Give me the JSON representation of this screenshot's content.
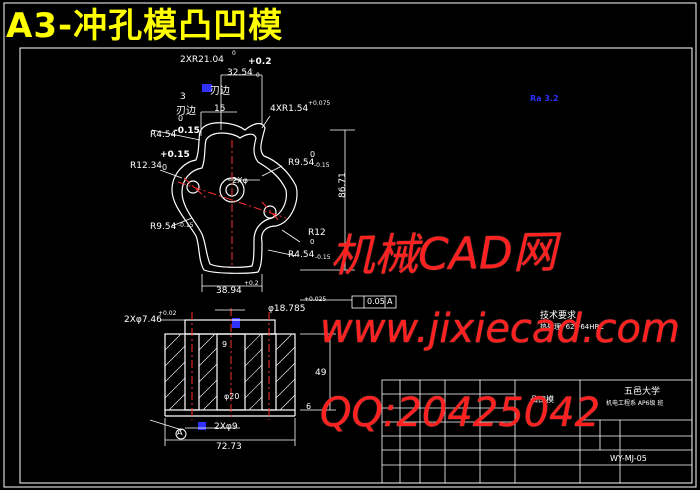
{
  "title": "A3-冲孔模凸凹模",
  "watermark": {
    "line1": "机械CAD网",
    "line2": "www.jixiecad.com",
    "line3": "QQ:20425042"
  },
  "top_view": {
    "dims": {
      "r_top": "2XR21.04",
      "tol_r_top_up": "+0.2",
      "tol_r_top_lo": "0",
      "w_32": "32.54",
      "tol_32": "0",
      "edge_label_1": "刃边",
      "edge_label_2": "刃边",
      "num_3": "3",
      "num_0": "0",
      "w_15": "15",
      "r_4x": "4XR1.54",
      "tol_4x": "+0.075",
      "r_454": "R4.54",
      "tol_454": "-0.15",
      "r_1234": "R12.34",
      "tol_1234_up": "+0.15",
      "tol_1234_lo": "0",
      "r_954_r": "R9.54",
      "tol_954_r": "-0.15",
      "tol_954_r0": "0",
      "dia_2x": "2Xφ",
      "r_954_l": "R9.54",
      "tol_954_l": "-0.15",
      "r_12_b": "R12",
      "tol_12_b": "0",
      "r_454_b": "R4.54",
      "tol_454_b": "-0.15",
      "h_8671": "86.71",
      "w_3894": "38.94",
      "tol_3894": "+0.2",
      "rough": "Ra 3.2"
    }
  },
  "front_view": {
    "dims": {
      "dia_746": "2Xφ7.46",
      "tol_746": "+0.02",
      "dia_18785": "φ18.785",
      "tol_18785": "+0.025",
      "flat": "0.05",
      "datum": "A",
      "h_49": "49",
      "dia_20": "φ20",
      "h_6": "6",
      "dia_9": "2Xφ9",
      "w_7273": "72.73",
      "num_9": "9",
      "datum_a": "A"
    }
  },
  "notes": {
    "heading": "技术要求",
    "line1": "热处理: 62~64HRC"
  },
  "title_block": {
    "school": "五邑大学",
    "part": "凸凹模",
    "sub": "机电工程系 AP6级 班",
    "drawing_no": "WY-MJ-05"
  },
  "colors": {
    "title": "#ffff00",
    "watermark": "#ff2020",
    "lines": "#ffffff",
    "centerline": "#ff3030",
    "dims": "#ffffff",
    "blue_mark": "#3030ff"
  }
}
